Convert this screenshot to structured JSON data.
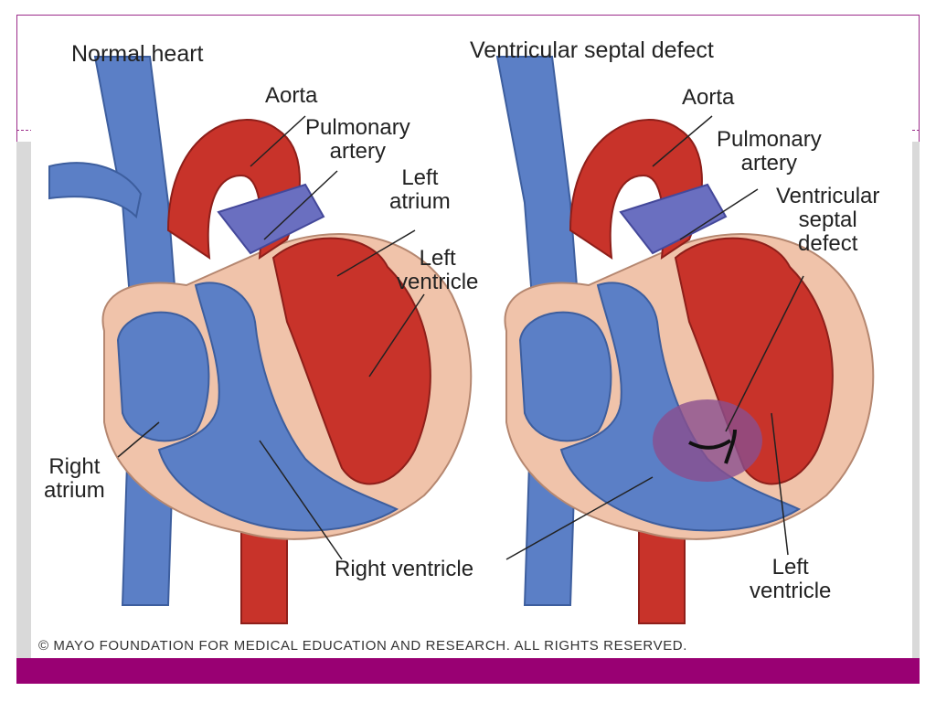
{
  "colors": {
    "frame": "#9b2c8a",
    "band": "#990073",
    "vein_blue": "#5b7fc6",
    "artery_red": "#c8332a",
    "wall_pink": "#f0c3aa",
    "mixed_purple": "#8a4f8f"
  },
  "left_panel": {
    "title": "Normal heart",
    "labels": {
      "aorta": "Aorta",
      "pulmonary_artery": "Pulmonary\nartery",
      "left_atrium": "Left\natrium",
      "left_ventricle": "Left\nventricle",
      "right_atrium": "Right\natrium"
    }
  },
  "right_panel": {
    "title": "Ventricular septal defect",
    "labels": {
      "aorta": "Aorta",
      "pulmonary_artery": "Pulmonary\nartery",
      "vsd": "Ventricular\nseptal\ndefect",
      "left_ventricle": "Left\nventricle"
    }
  },
  "shared_label": {
    "right_ventricle": "Right ventricle"
  },
  "copyright": "© MAYO FOUNDATION FOR MEDICAL EDUCATION AND RESEARCH. ALL RIGHTS RESERVED."
}
